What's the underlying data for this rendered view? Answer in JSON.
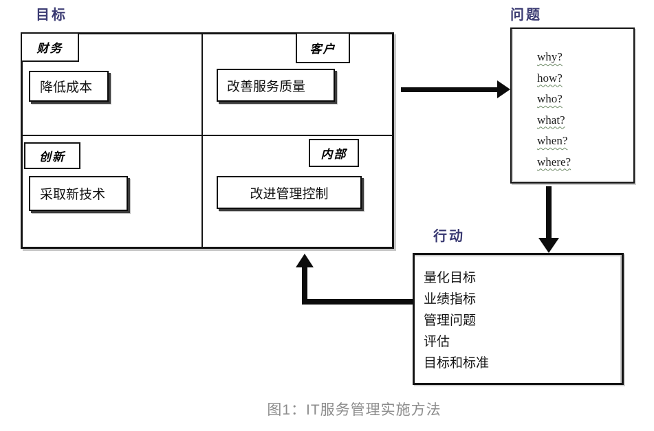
{
  "titles": {
    "goal": "目标",
    "questions": "问题",
    "action": "行动"
  },
  "quadrants": {
    "finance": {
      "label": "财务",
      "goal": "降低成本"
    },
    "customer": {
      "label": "客户",
      "goal": "改善服务质量"
    },
    "innovation": {
      "label": "创新",
      "goal": "采取新技术"
    },
    "internal": {
      "label": "内部",
      "goal": "改进管理控制"
    }
  },
  "questions": [
    "why?",
    "how?",
    "who?",
    "what?",
    "when?",
    "where?"
  ],
  "actions": [
    "量化目标",
    "业绩指标",
    "管理问题",
    "评估",
    "目标和标准"
  ],
  "caption": "图1：IT服务管理实施方法",
  "colors": {
    "title_text": "#3a3a72",
    "line_black": "#141414",
    "shadow_gray": "#c6c6c6",
    "caption_gray": "#8c8c8c",
    "squiggle_green": "#6d8a66"
  }
}
